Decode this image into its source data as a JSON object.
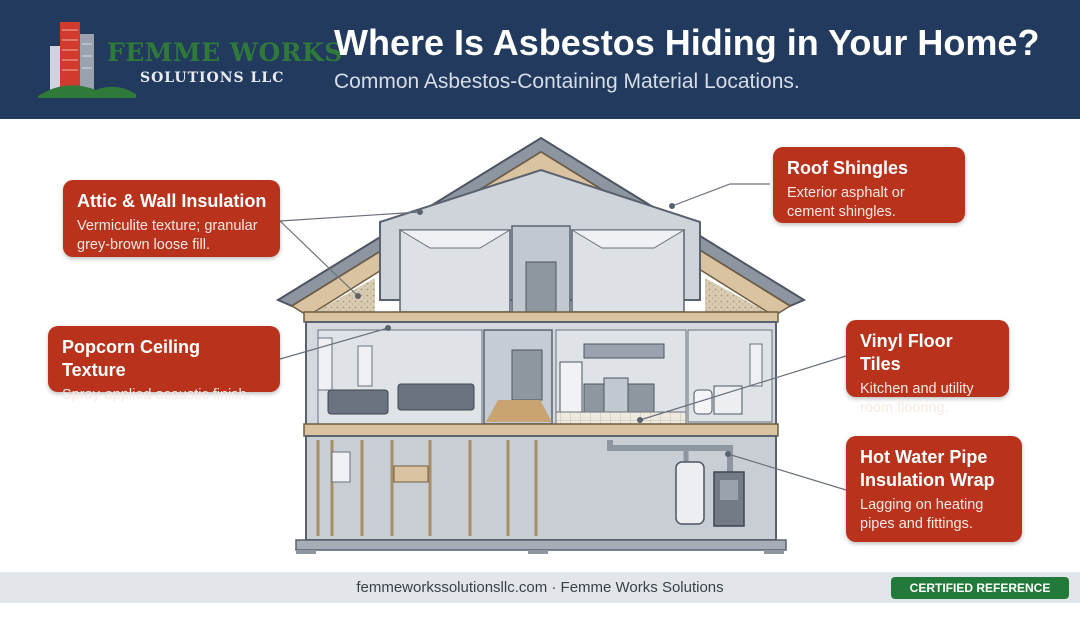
{
  "brand": {
    "name": "FEMME WORKS",
    "sub": "SOLUTIONS LLC"
  },
  "header": {
    "title": "Where Is Asbestos Hiding in Your Home?",
    "subtitle": "Common Asbestos-Containing Material Locations."
  },
  "callouts": {
    "attic": {
      "title": "Attic & Wall Insulation",
      "desc": [
        "Vermiculite texture; granular",
        "grey-brown loose fill."
      ]
    },
    "popcorn": {
      "title": "Popcorn Ceiling Texture",
      "desc": [
        "Spray-applied acoustic finish."
      ]
    },
    "roof": {
      "title": "Roof Shingles",
      "desc": [
        "Exterior asphalt or",
        "cement shingles."
      ]
    },
    "vinyl": {
      "title": "Vinyl Floor Tiles",
      "desc": [
        "Kitchen and utility",
        "room flooring."
      ]
    },
    "pipe": {
      "title": [
        "Hot Water Pipe",
        "Insulation Wrap"
      ],
      "desc": [
        "Lagging on heating",
        "pipes and fittings."
      ]
    }
  },
  "footer": {
    "text": "femmeworkssolutionsllc.com · Femme Works Solutions",
    "badge": "CERTIFIED REFERENCE GUIDE"
  },
  "colors": {
    "header_bg": "#223a5e",
    "callout_bg": "#b8321c",
    "brand_green": "#2f7a3a",
    "logo_red": "#d23a2e",
    "badge_green": "#217a3a",
    "house_outline": "#5a6270",
    "house_fill": "#d5d9df",
    "wood": "#d9c3a0"
  },
  "icons": [
    "building-logo-icon"
  ]
}
